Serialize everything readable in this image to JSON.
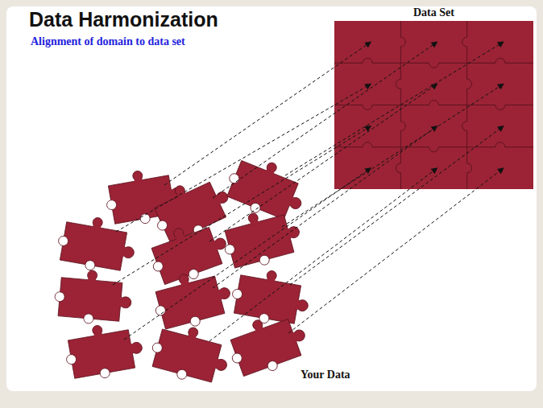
{
  "diagram": {
    "title": "Data Harmonization",
    "labels": [
      "Alignment of domain to data set",
      "Data Set",
      "Your Data"
    ]
  }
}
